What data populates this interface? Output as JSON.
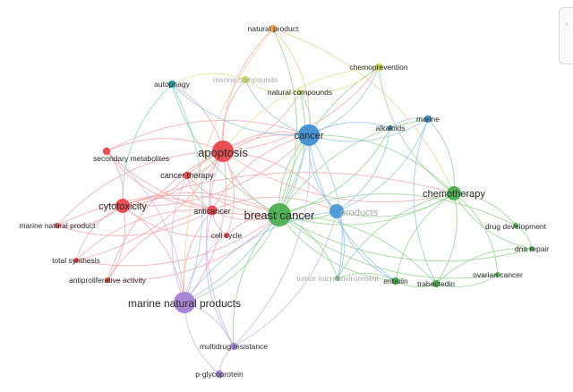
{
  "title": "",
  "clusters": {
    "red": "#e8474c",
    "green": "#4caf50",
    "blue": "#3d8fd1",
    "purple": "#a57fd6",
    "yellow": "#c8d14a",
    "orange": "#f0a24b",
    "teal": "#1fa7b8"
  },
  "edge_colors": {
    "red": "#f2a4a6",
    "green": "#92d18e",
    "blue": "#90c2ea",
    "purple": "#c9b3ea",
    "yellow": "#dde38e",
    "orange": "#f5c895",
    "teal": "#86d1da"
  },
  "nodes": [
    {
      "id": "apoptosis",
      "label": "apoptosis",
      "cluster": "red",
      "weight": 5
    },
    {
      "id": "cytotoxicity",
      "label": "cytotoxicity",
      "cluster": "red",
      "weight": 4
    },
    {
      "id": "anticancer",
      "label": "anticancer",
      "cluster": "red",
      "weight": 3
    },
    {
      "id": "cancer_therapy",
      "label": "cancer therapy",
      "cluster": "red",
      "weight": 2
    },
    {
      "id": "secondary_metabolites",
      "label": "secondary metabolites",
      "cluster": "red",
      "weight": 2
    },
    {
      "id": "marine_natural_product",
      "label": "marine natural product",
      "cluster": "red",
      "weight": 1
    },
    {
      "id": "total_synthesis",
      "label": "total synthesis",
      "cluster": "red",
      "weight": 1
    },
    {
      "id": "antiproliferative_activity",
      "label": "antiproliferative activity",
      "cluster": "red",
      "weight": 1
    },
    {
      "id": "cell_cycle",
      "label": "cell cycle",
      "cluster": "red",
      "weight": 1
    },
    {
      "id": "breast_cancer",
      "label": "breast cancer",
      "cluster": "green",
      "weight": 6
    },
    {
      "id": "chemotherapy",
      "label": "chemotherapy",
      "cluster": "green",
      "weight": 4
    },
    {
      "id": "drug_development",
      "label": "drug development",
      "cluster": "green",
      "weight": 1
    },
    {
      "id": "dna_repair",
      "label": "dna repair",
      "cluster": "green",
      "weight": 1
    },
    {
      "id": "ovarian_cancer",
      "label": "ovarian cancer",
      "cluster": "green",
      "weight": 1
    },
    {
      "id": "trabectedin",
      "label": "trabectedin",
      "cluster": "green",
      "weight": 2
    },
    {
      "id": "eribulin",
      "label": "eribulin",
      "cluster": "green",
      "weight": 2
    },
    {
      "id": "tumor_microenvironment",
      "label": "tumor microenvironment",
      "cluster": "green",
      "weight": 1,
      "faded": true
    },
    {
      "id": "cancer",
      "label": "cancer",
      "cluster": "blue",
      "weight": 5
    },
    {
      "id": "marine",
      "label": "marine",
      "cluster": "blue",
      "weight": 2
    },
    {
      "id": "alkaloids",
      "label": "alkaloids",
      "cluster": "blue",
      "weight": 1
    },
    {
      "id": "products",
      "label": "products",
      "cluster": "blue",
      "weight": 4,
      "faded": true
    },
    {
      "id": "marine_natural_products",
      "label": "marine natural products",
      "cluster": "purple",
      "weight": 5
    },
    {
      "id": "multidrug_resistance",
      "label": "multidrug resistance",
      "cluster": "purple",
      "weight": 2
    },
    {
      "id": "p_glycoprotein",
      "label": "p-glycoprotein",
      "cluster": "purple",
      "weight": 2
    },
    {
      "id": "chemoprevention",
      "label": "chemoprevention",
      "cluster": "yellow",
      "weight": 2
    },
    {
      "id": "natural_compounds",
      "label": "natural compounds",
      "cluster": "yellow",
      "weight": 1
    },
    {
      "id": "marine_compounds",
      "label": "marine compounds",
      "cluster": "yellow",
      "weight": 2,
      "faded": true
    },
    {
      "id": "natural_product",
      "label": "natural product",
      "cluster": "orange",
      "weight": 2
    },
    {
      "id": "autophagy",
      "label": "autophagy",
      "cluster": "teal",
      "weight": 2
    }
  ],
  "links": [
    [
      "apoptosis",
      "cytotoxicity"
    ],
    [
      "apoptosis",
      "anticancer"
    ],
    [
      "apoptosis",
      "cancer_therapy"
    ],
    [
      "apoptosis",
      "secondary_metabolites"
    ],
    [
      "apoptosis",
      "cell_cycle"
    ],
    [
      "apoptosis",
      "breast_cancer"
    ],
    [
      "apoptosis",
      "cancer"
    ],
    [
      "apoptosis",
      "chemotherapy"
    ],
    [
      "apoptosis",
      "marine_natural_products"
    ],
    [
      "apoptosis",
      "autophagy"
    ],
    [
      "apoptosis",
      "natural_product"
    ],
    [
      "apoptosis",
      "chemoprevention"
    ],
    [
      "apoptosis",
      "marine_compounds"
    ],
    [
      "apoptosis",
      "natural_compounds"
    ],
    [
      "apoptosis",
      "products"
    ],
    [
      "apoptosis",
      "marine_natural_product"
    ],
    [
      "apoptosis",
      "total_synthesis"
    ],
    [
      "apoptosis",
      "antiproliferative_activity"
    ],
    [
      "cytotoxicity",
      "anticancer"
    ],
    [
      "cytotoxicity",
      "secondary_metabolites"
    ],
    [
      "cytotoxicity",
      "marine_natural_product"
    ],
    [
      "cytotoxicity",
      "total_synthesis"
    ],
    [
      "cytotoxicity",
      "antiproliferative_activity"
    ],
    [
      "cytotoxicity",
      "cancer_therapy"
    ],
    [
      "cytotoxicity",
      "breast_cancer"
    ],
    [
      "cytotoxicity",
      "cancer"
    ],
    [
      "cytotoxicity",
      "marine_natural_products"
    ],
    [
      "cytotoxicity",
      "cell_cycle"
    ],
    [
      "cytotoxicity",
      "chemotherapy"
    ],
    [
      "anticancer",
      "breast_cancer"
    ],
    [
      "anticancer",
      "cancer"
    ],
    [
      "anticancer",
      "cell_cycle"
    ],
    [
      "anticancer",
      "secondary_metabolites"
    ],
    [
      "anticancer",
      "marine_natural_products"
    ],
    [
      "anticancer",
      "cancer_therapy"
    ],
    [
      "anticancer",
      "antiproliferative_activity"
    ],
    [
      "anticancer",
      "products"
    ],
    [
      "secondary_metabolites",
      "breast_cancer"
    ],
    [
      "secondary_metabolites",
      "cancer"
    ],
    [
      "cancer_therapy",
      "breast_cancer"
    ],
    [
      "cancer_therapy",
      "cancer"
    ],
    [
      "marine_natural_product",
      "anticancer"
    ],
    [
      "marine_natural_product",
      "breast_cancer"
    ],
    [
      "total_synthesis",
      "breast_cancer"
    ],
    [
      "total_synthesis",
      "anticancer"
    ],
    [
      "antiproliferative_activity",
      "breast_cancer"
    ],
    [
      "cell_cycle",
      "breast_cancer"
    ],
    [
      "breast_cancer",
      "chemotherapy"
    ],
    [
      "breast_cancer",
      "cancer"
    ],
    [
      "breast_cancer",
      "products"
    ],
    [
      "breast_cancer",
      "trabectedin"
    ],
    [
      "breast_cancer",
      "eribulin"
    ],
    [
      "breast_cancer",
      "tumor_microenvironment"
    ],
    [
      "breast_cancer",
      "ovarian_cancer"
    ],
    [
      "breast_cancer",
      "drug_development"
    ],
    [
      "breast_cancer",
      "dna_repair"
    ],
    [
      "breast_cancer",
      "marine_natural_products"
    ],
    [
      "breast_cancer",
      "multidrug_resistance"
    ],
    [
      "breast_cancer",
      "marine"
    ],
    [
      "breast_cancer",
      "alkaloids"
    ],
    [
      "breast_cancer",
      "chemoprevention"
    ],
    [
      "breast_cancer",
      "natural_compounds"
    ],
    [
      "breast_cancer",
      "autophagy"
    ],
    [
      "breast_cancer",
      "natural_product"
    ],
    [
      "chemotherapy",
      "trabectedin"
    ],
    [
      "chemotherapy",
      "eribulin"
    ],
    [
      "chemotherapy",
      "drug_development"
    ],
    [
      "chemotherapy",
      "dna_repair"
    ],
    [
      "chemotherapy",
      "ovarian_cancer"
    ],
    [
      "chemotherapy",
      "cancer"
    ],
    [
      "chemotherapy",
      "products"
    ],
    [
      "chemotherapy",
      "marine"
    ],
    [
      "chemotherapy",
      "chemoprevention"
    ],
    [
      "chemotherapy",
      "tumor_microenvironment"
    ],
    [
      "trabectedin",
      "eribulin"
    ],
    [
      "trabectedin",
      "ovarian_cancer"
    ],
    [
      "trabectedin",
      "dna_repair"
    ],
    [
      "eribulin",
      "tumor_microenvironment"
    ],
    [
      "drug_development",
      "dna_repair"
    ],
    [
      "cancer",
      "marine"
    ],
    [
      "cancer",
      "alkaloids"
    ],
    [
      "cancer",
      "products"
    ],
    [
      "cancer",
      "autophagy"
    ],
    [
      "cancer",
      "natural_compounds"
    ],
    [
      "cancer",
      "marine_compounds"
    ],
    [
      "cancer",
      "chemoprevention"
    ],
    [
      "cancer",
      "marine_natural_products"
    ],
    [
      "cancer",
      "eribulin"
    ],
    [
      "cancer",
      "tumor_microenvironment"
    ],
    [
      "marine",
      "alkaloids"
    ],
    [
      "marine",
      "products"
    ],
    [
      "marine",
      "trabectedin"
    ],
    [
      "alkaloids",
      "products"
    ],
    [
      "products",
      "eribulin"
    ],
    [
      "products",
      "tumor_microenvironment"
    ],
    [
      "products",
      "marine_natural_products"
    ],
    [
      "marine_natural_products",
      "multidrug_resistance"
    ],
    [
      "marine_natural_products",
      "p_glycoprotein"
    ],
    [
      "marine_natural_products",
      "cancer_therapy"
    ],
    [
      "marine_natural_products",
      "secondary_metabolites"
    ],
    [
      "marine_natural_products",
      "cell_cycle"
    ],
    [
      "multidrug_resistance",
      "p_glycoprotein"
    ],
    [
      "multidrug_resistance",
      "anticancer"
    ],
    [
      "multidrug_resistance",
      "cancer"
    ],
    [
      "multidrug_resistance",
      "apoptosis"
    ],
    [
      "multidrug_resistance",
      "products"
    ],
    [
      "chemoprevention",
      "natural_compounds"
    ],
    [
      "chemoprevention",
      "apoptosis"
    ],
    [
      "natural_compounds",
      "marine_compounds"
    ],
    [
      "marine_compounds",
      "autophagy"
    ],
    [
      "natural_product",
      "cancer"
    ],
    [
      "natural_product",
      "marine_natural_products"
    ],
    [
      "natural_product",
      "chemotherapy"
    ],
    [
      "autophagy",
      "cytotoxicity"
    ],
    [
      "autophagy",
      "marine_natural_products"
    ]
  ]
}
